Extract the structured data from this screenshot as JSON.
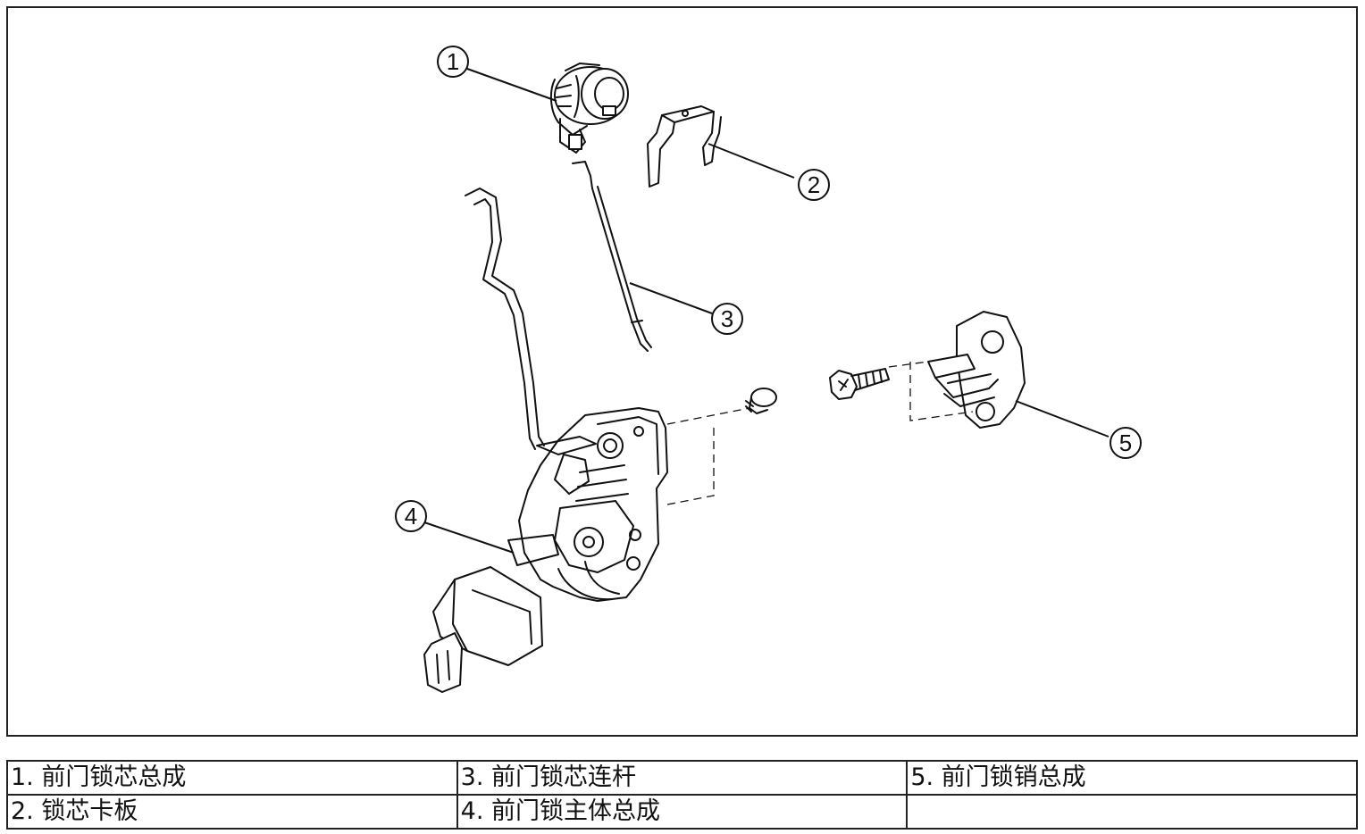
{
  "callouts": [
    {
      "number": "1"
    },
    {
      "number": "2"
    },
    {
      "number": "3"
    },
    {
      "number": "4"
    },
    {
      "number": "5"
    }
  ],
  "legend": {
    "rows": [
      [
        "1. 前门锁芯总成",
        "3. 前门锁芯连杆",
        "5. 前门锁销总成"
      ],
      [
        "2. 锁芯卡板",
        "4. 前门锁主体总成",
        ""
      ]
    ]
  }
}
